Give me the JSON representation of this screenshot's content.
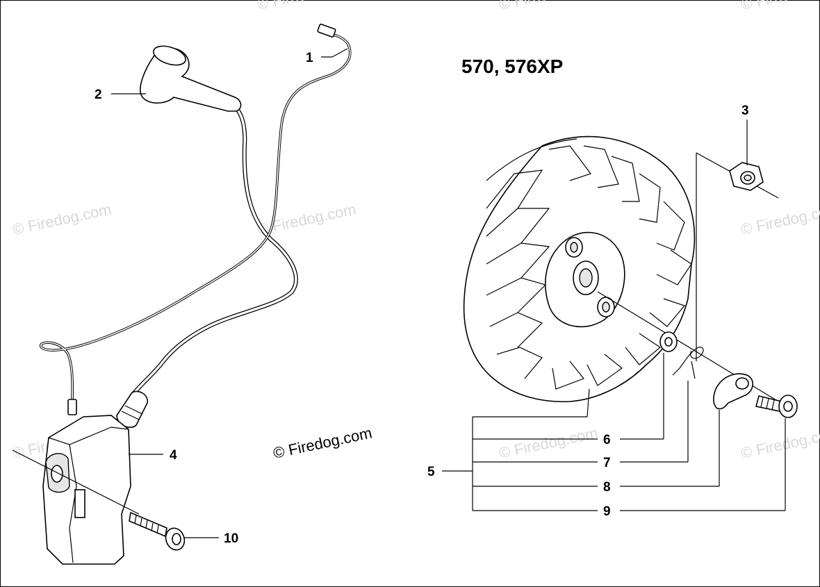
{
  "diagram": {
    "title": "570, 576XP",
    "copyright": "© Firedog.com",
    "watermark": "© Firedog.com",
    "labels": [
      {
        "id": "1",
        "text": "1"
      },
      {
        "id": "2",
        "text": "2"
      },
      {
        "id": "3",
        "text": "3"
      },
      {
        "id": "4",
        "text": "4"
      },
      {
        "id": "5",
        "text": "5"
      },
      {
        "id": "6",
        "text": "6"
      },
      {
        "id": "7",
        "text": "7"
      },
      {
        "id": "8",
        "text": "8"
      },
      {
        "id": "9",
        "text": "9"
      },
      {
        "id": "10",
        "text": "10"
      }
    ]
  }
}
